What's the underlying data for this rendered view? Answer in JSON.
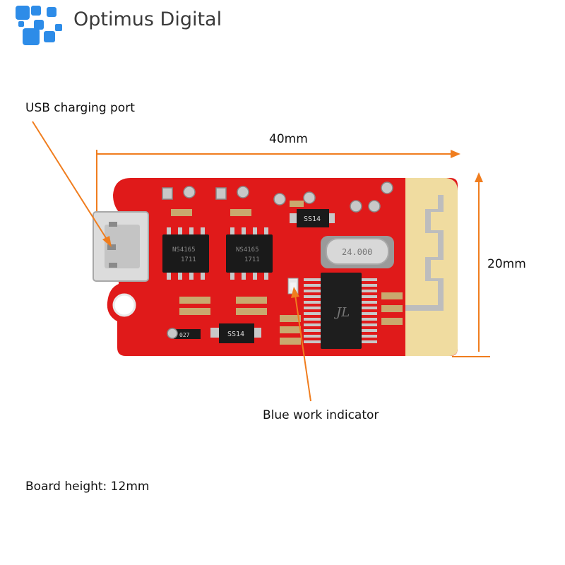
{
  "brand": {
    "name": "Optimus Digital",
    "logo_color": "#2d8ce8",
    "icon": "pixel-logo-icon"
  },
  "annotations": {
    "usb_port": "USB charging port",
    "width": "40mm",
    "height": "20mm",
    "indicator": "Blue work indicator",
    "board_height": "Board height: 12mm"
  },
  "board": {
    "pcb_color": "#e01a1a",
    "antenna_color": "#f0dca0",
    "arrow_color": "#f07d1e",
    "amp_chip_marking_1": "NS4165",
    "amp_chip_marking_2": "NS4165",
    "amp_chip_subtext": "1711",
    "diode_marking_top": "SS14",
    "diode_marking_bottom": "SS14",
    "resistor_marking": "027",
    "crystal_marking": "24.000",
    "bt_chip_marking": "JL"
  }
}
